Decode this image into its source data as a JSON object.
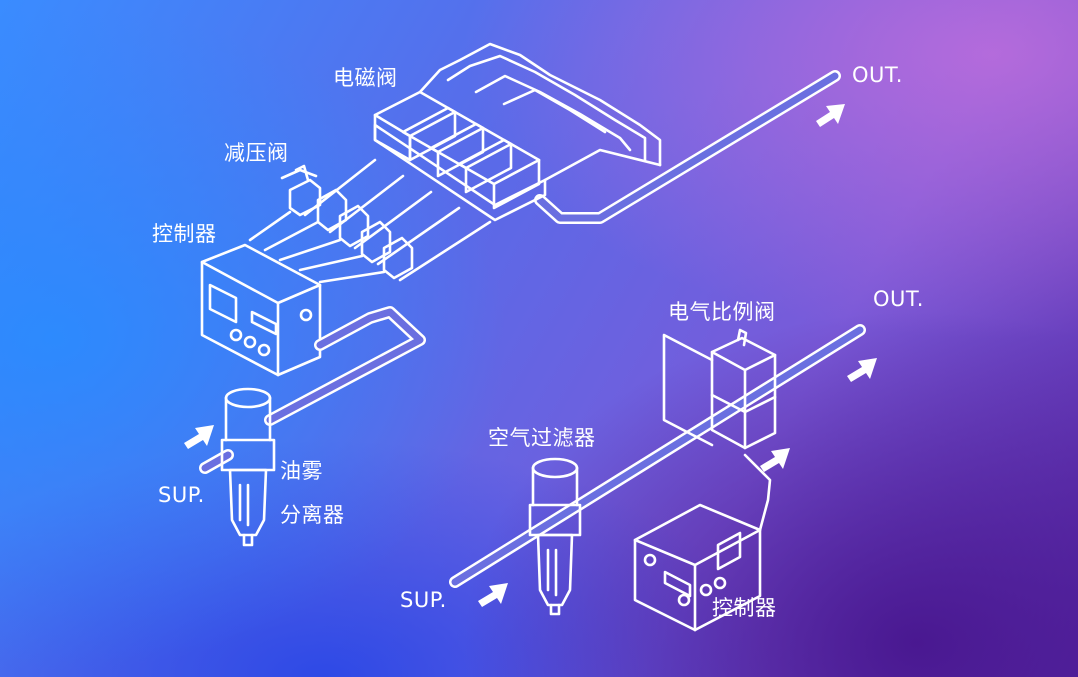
{
  "labels": {
    "solenoid_valve": "电磁阀",
    "pressure_reducing_valve": "减压阀",
    "controller_left": "控制器",
    "oil_mist_1": "油雾",
    "oil_mist_2": "分离器",
    "sup_left": "SUP.",
    "out_top": "OUT.",
    "proportional_valve": "电气比例阀",
    "out_right": "OUT.",
    "air_filter": "空气过滤器",
    "sup_right": "SUP.",
    "controller_right": "控制器"
  },
  "icons": [
    "solenoid-valve-icon",
    "pressure-regulator-icon",
    "controller-box-icon",
    "oil-mist-separator-icon",
    "air-filter-icon",
    "proportional-valve-icon",
    "flow-arrow-icon"
  ],
  "colors": {
    "line": "#ffffff",
    "bg_left": "#3a8cff",
    "bg_right": "#5a2aa8"
  }
}
